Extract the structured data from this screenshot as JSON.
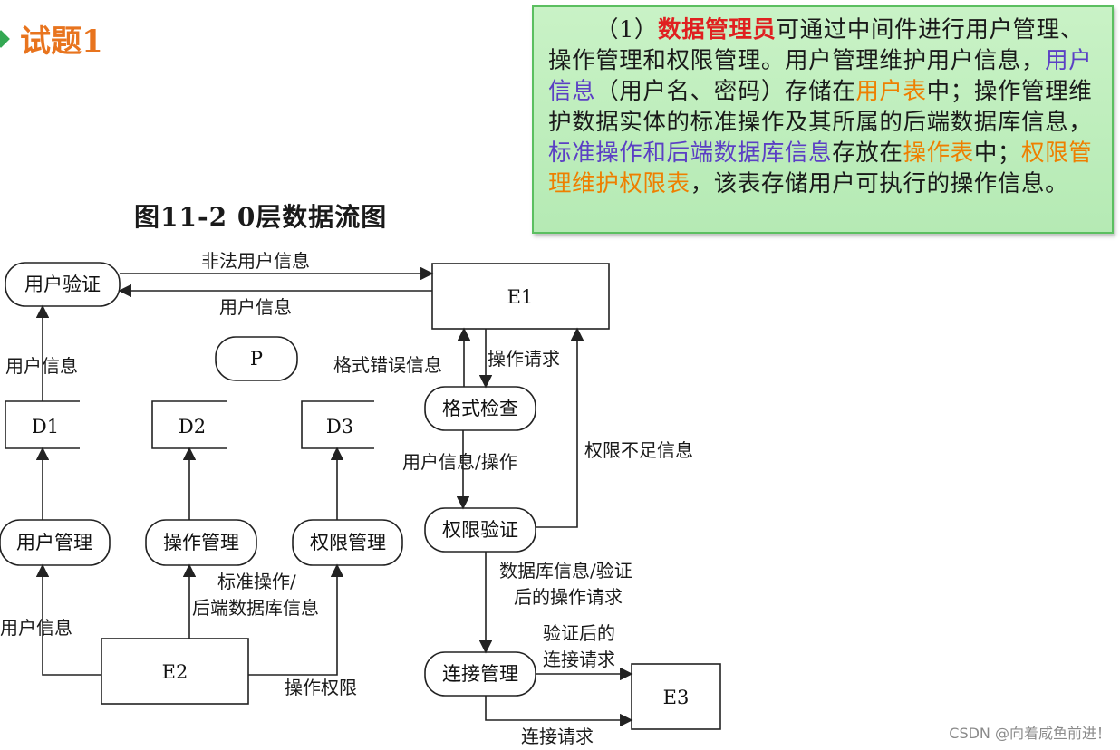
{
  "slide": {
    "title": "试题1"
  },
  "note": {
    "s1": "（1）",
    "s2": "数据管理员",
    "s3": "可通过中间件进行用户管理、操作管理和权限管理。用户管理维护用户信息，",
    "s4": "用户信息",
    "s5": "（用户名、密码）存储在",
    "s6": "用户表",
    "s7": "中；操作管理维护数据实体的标准操作及其所属的后端数据库信息，",
    "s8": "标准操作和后端数据库信息",
    "s9": "存放在",
    "s10": "操作表",
    "s11": "中；",
    "s12": "权限管理维护权限表",
    "s13": "，该表存储用户可执行的操作信息。"
  },
  "diagram": {
    "title": "图11-2  0层数据流图",
    "nodes": {
      "user_verify": "用户验证",
      "E1": "E1",
      "P": "P",
      "D1": "D1",
      "D2": "D2",
      "D3": "D3",
      "format_check": "格式检查",
      "user_mgmt": "用户管理",
      "op_mgmt": "操作管理",
      "perm_mgmt": "权限管理",
      "perm_verify": "权限验证",
      "E2": "E2",
      "conn_mgmt": "连接管理",
      "E3": "E3"
    },
    "flows": {
      "illegal_user_info": "非法用户信息",
      "user_info_e1": "用户信息",
      "user_info_d1": "用户信息",
      "format_error": "格式错误信息",
      "op_request": "操作请求",
      "user_info_op": "用户信息/操作",
      "insufficient_perm": "权限不足信息",
      "standard_op_1": "标准操作/",
      "standard_op_2": "后端数据库信息",
      "user_info_e2": "用户信息",
      "op_permission": "操作权限",
      "db_info_1": "数据库信息/验证",
      "db_info_2": "后的操作请求",
      "verified_conn_1": "验证后的",
      "verified_conn_2": "连接请求",
      "conn_request": "连接请求"
    }
  },
  "watermark": "CSDN @向着咸鱼前进！"
}
